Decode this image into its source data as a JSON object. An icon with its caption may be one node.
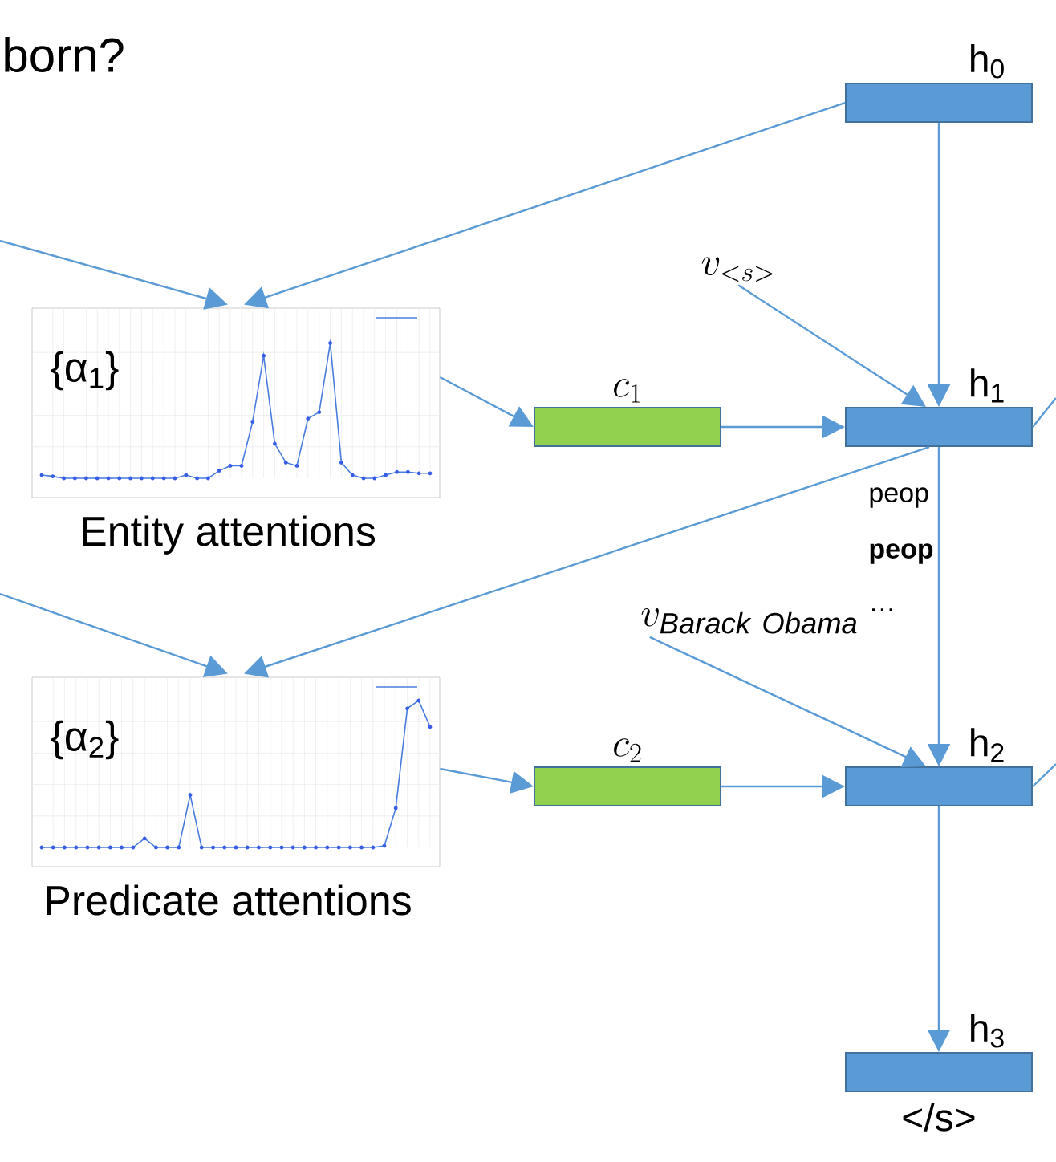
{
  "diagram": {
    "nodes": [
      {
        "text": [
          "h$_{0}$"
        ]
      },
      {
        "text": [
          "{α$_{1}$}",
          "Entity attentions"
        ]
      },
      {
        "text": [
          "c_{1}"
        ]
      },
      {
        "text": [
          "h$_{1}$"
        ]
      },
      {
        "text": [
          "v_{<s>}"
        ]
      },
      {
        "text": [
          "{α$_{2}$}",
          "Predicate attentions"
        ]
      },
      {
        "text": [
          "c_{2}"
        ]
      },
      {
        "text": [
          "h$_{2}$"
        ]
      },
      {
        "text": [
          "v_{\\mathit{Barack\\ Obama}}"
        ]
      },
      {
        "text": [
          "h$_{3}$"
        ],
        "beside": [
          "</s>"
        ]
      }
    ],
    "edges": [
      {
        "from": null,
        "to": 1,
        "arrow": "to"
      },
      {
        "from": 0,
        "to": 1,
        "arrow": "to"
      },
      {
        "from": 1,
        "to": 2,
        "arrow": "to"
      },
      {
        "from": 2,
        "to": 3,
        "arrow": "to"
      },
      {
        "from": 4,
        "to": 3,
        "arrow": "to"
      },
      {
        "from": 0,
        "to": 3,
        "arrow": "to"
      },
      {
        "from": 3,
        "to": null,
        "arrow": "none"
      },
      {
        "from": null,
        "to": 5,
        "arrow": "to"
      },
      {
        "from": 3,
        "to": 5,
        "arrow": "to"
      },
      {
        "from": 5,
        "to": 6,
        "arrow": "to"
      },
      {
        "from": 6,
        "to": 7,
        "arrow": "to"
      },
      {
        "from": 8,
        "to": 7,
        "arrow": "to"
      },
      {
        "from": 3,
        "to": 7,
        "arrow": "to"
      },
      {
        "from": 7,
        "to": null,
        "arrow": "none"
      },
      {
        "from": 7,
        "to": 9,
        "arrow": "to"
      }
    ],
    "labels": [
      "born?",
      "peop",
      "peop",
      "…"
    ]
  }
}
